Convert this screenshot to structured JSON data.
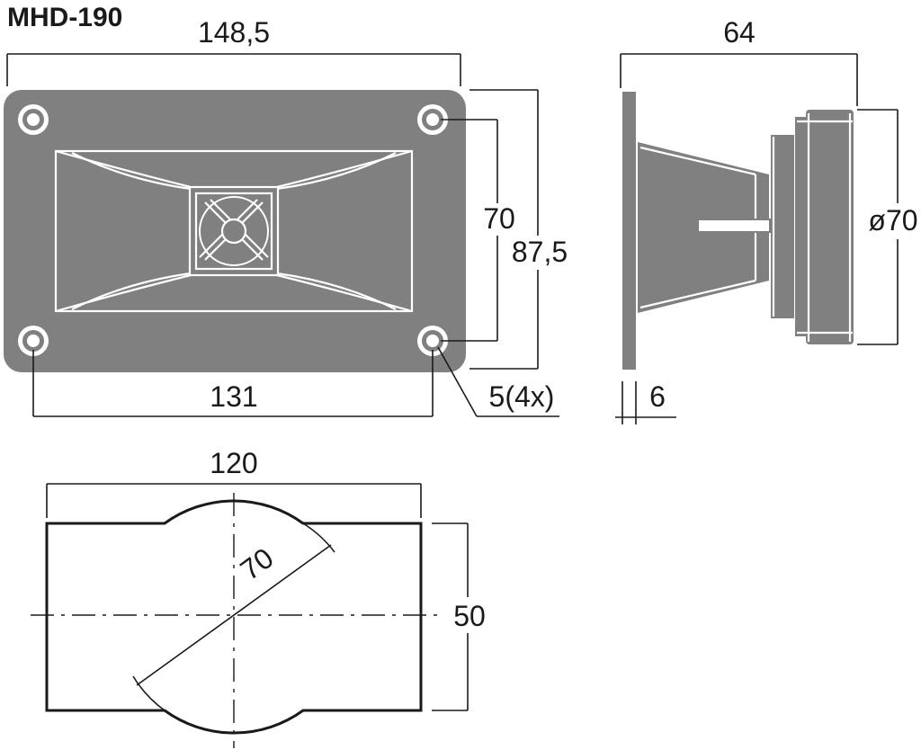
{
  "title": "MHD-190",
  "colors": {
    "body": "#808080",
    "dark": "#5a5a5a",
    "line": "#1a1a1a",
    "face": "#ffffff"
  },
  "front_view": {
    "width_label": "148,5",
    "hole_spacing_h_label": "131",
    "hole_spacing_v_label": "70",
    "height_label": "87,5",
    "hole_label": "5(4x)"
  },
  "side_view": {
    "depth_label": "64",
    "diameter_label": "ø70",
    "flange_label": "6"
  },
  "cutout_view": {
    "width_label": "120",
    "height_label": "50",
    "circle_label": "70"
  }
}
